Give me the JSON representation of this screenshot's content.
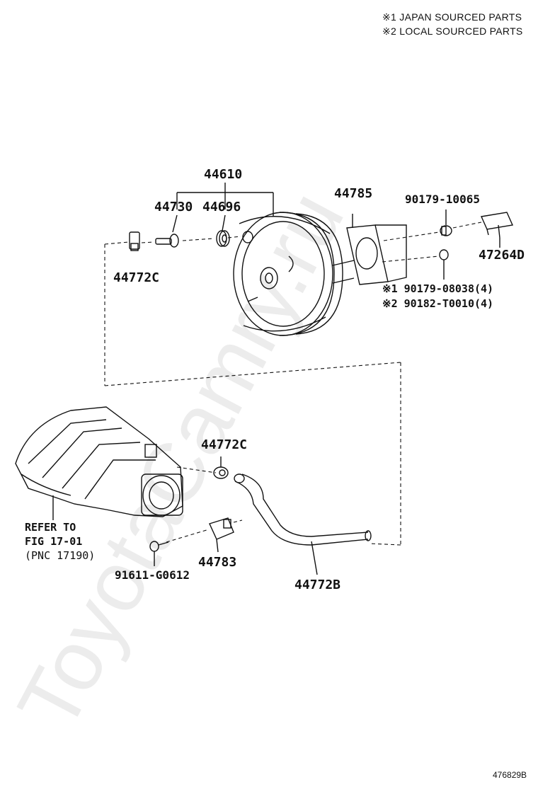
{
  "notes": [
    "※1 JAPAN SOURCED PARTS",
    "※2 LOCAL SOURCED PARTS"
  ],
  "parts": {
    "booster": "44610",
    "pin": "44730",
    "grommet": "44696",
    "gasket": "44785",
    "bracket_nut": "90179-10065",
    "bracket": "47264D",
    "clip_top": "44772C",
    "nut_japan": "※1 90179-08038(4)",
    "nut_local": "※2 90182-T0010(4)",
    "clip_mid": "44772C",
    "clamp": "44783",
    "bolt": "91611-G0612",
    "hose": "44772B"
  },
  "reference": {
    "line1": "REFER TO",
    "line2": "FIG 17-01",
    "line3": "(PNC 17190)"
  },
  "figure_number": "476829B",
  "watermark": "ToyotaCamry.ru"
}
